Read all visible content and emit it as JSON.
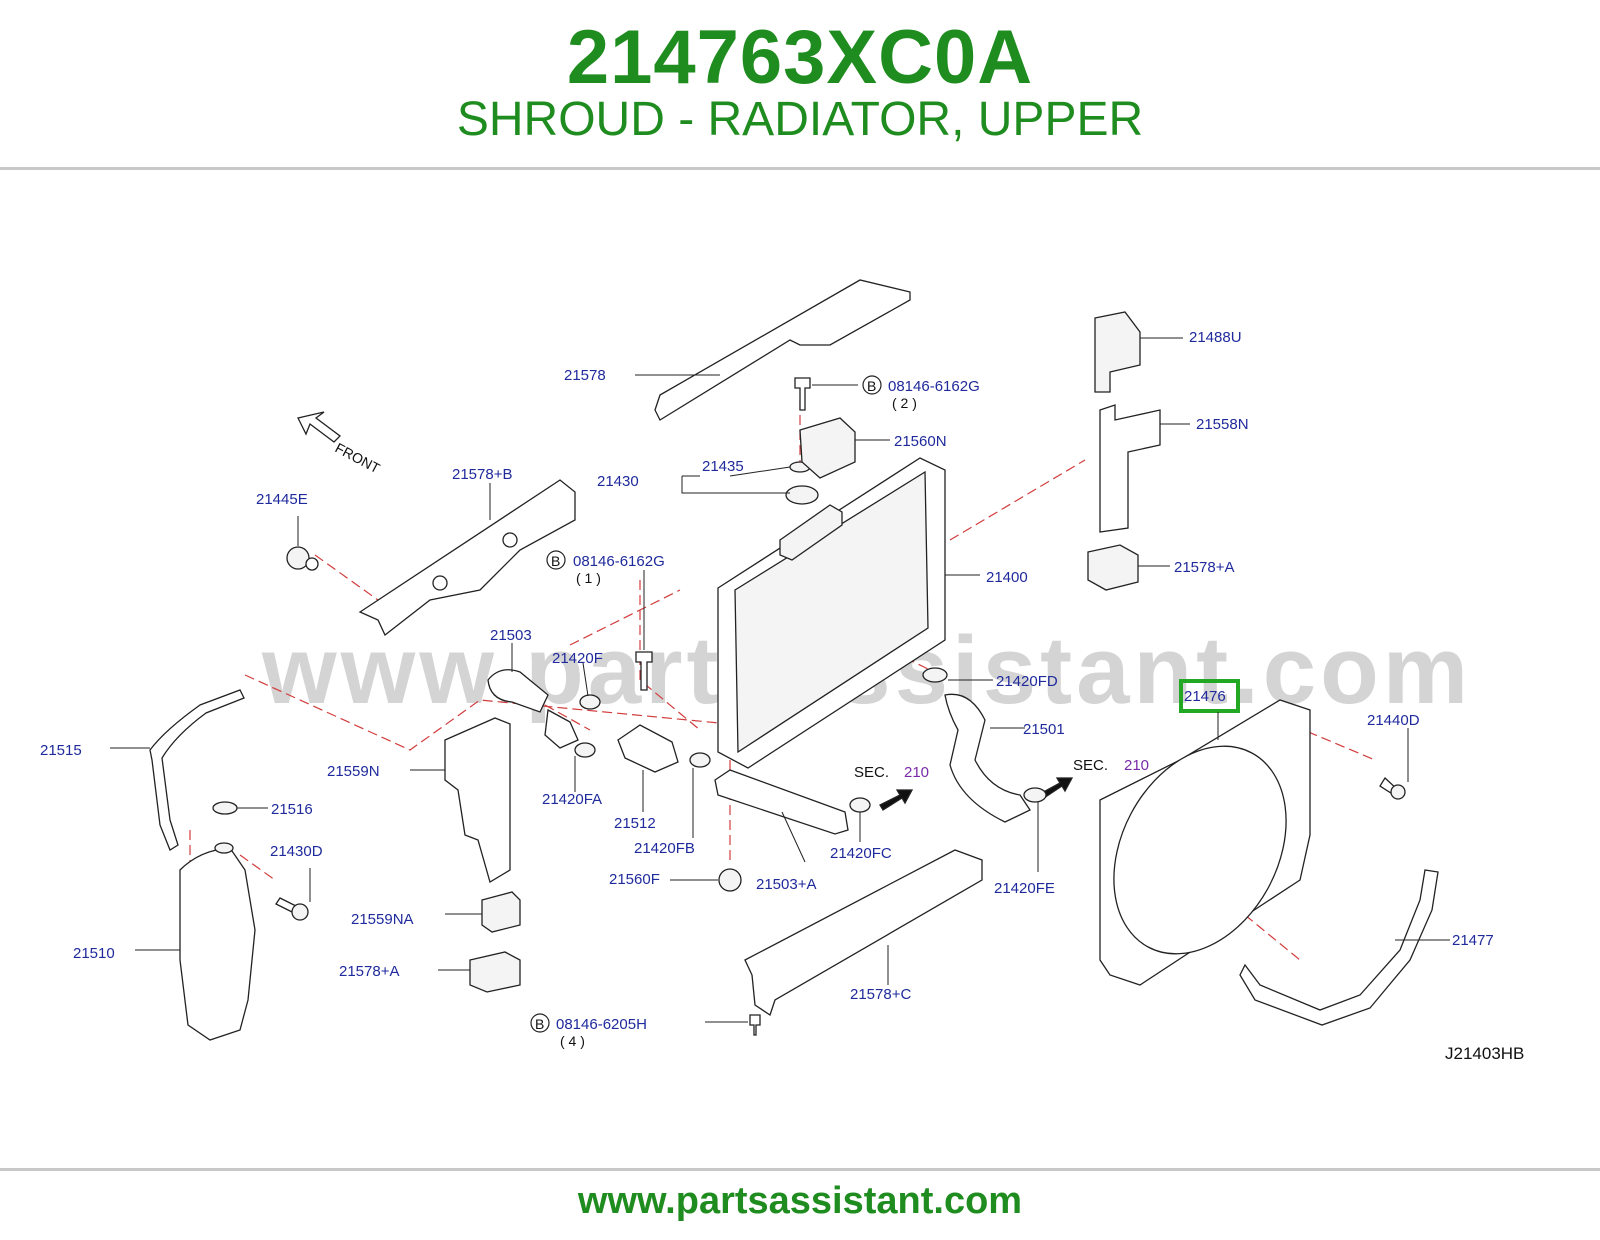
{
  "header": {
    "part_number": "214763XC0A",
    "description": "SHROUD - RADIATOR, UPPER"
  },
  "footer": {
    "url": "www.partsassistant.com"
  },
  "diagram": {
    "watermark": "www.partsassistant.com",
    "front_label": "FRONT",
    "diagram_code": "J21403HB",
    "highlight_color": "#22a822",
    "label_color": "#1f2a9c",
    "labels": {
      "p21578": "21578",
      "p21578b": "21578+B",
      "p21445e": "21445E",
      "p21430": "21430",
      "p21435": "21435",
      "p21560n": "21560N",
      "p21488u": "21488U",
      "p21558n": "21558N",
      "p21578a_r": "21578+A",
      "p21400": "21400",
      "p21503": "21503",
      "p21420f": "21420F",
      "p21420fd": "21420FD",
      "p21476": "21476",
      "p21440d": "21440D",
      "p21515": "21515",
      "p21559n": "21559N",
      "p21501": "21501",
      "p21516": "21516",
      "p21420fa": "21420FA",
      "p21512": "21512",
      "p21420fb": "21420FB",
      "p21420fc": "21420FC",
      "p21420fe": "21420FE",
      "p21430d": "21430D",
      "p21560f": "21560F",
      "p21503a": "21503+A",
      "p21559na": "21559NA",
      "p21510": "21510",
      "p21477": "21477",
      "p21578a_l": "21578+A",
      "p21578c": "21578+C"
    },
    "bolts": [
      {
        "mark": "B",
        "number": "08146-6162G",
        "qty": "( 2 )"
      },
      {
        "mark": "B",
        "number": "08146-6162G",
        "qty": "( 1 )"
      },
      {
        "mark": "B",
        "number": "08146-6205H",
        "qty": "( 4 )"
      }
    ],
    "section_refs": [
      {
        "label": "SEC.",
        "number": "210"
      },
      {
        "label": "SEC.",
        "number": "210"
      }
    ]
  }
}
